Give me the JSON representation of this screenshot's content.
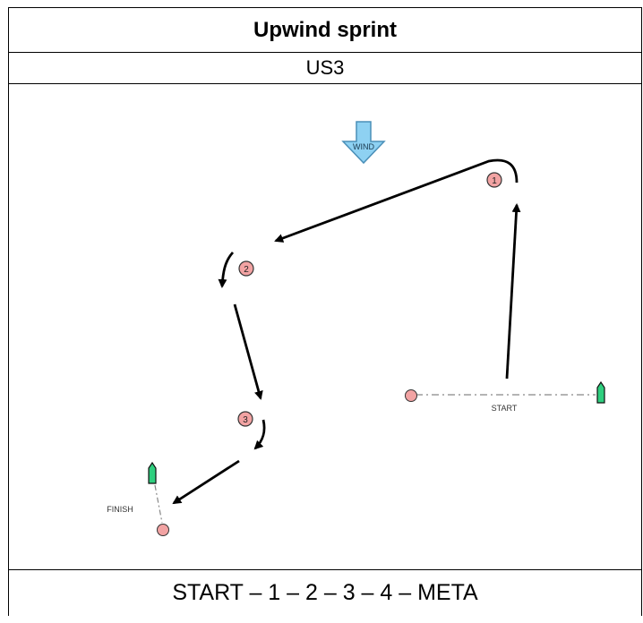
{
  "header": {
    "title": "Upwind sprint",
    "code": "US3"
  },
  "diagram": {
    "wind_label": "WIND",
    "start_label": "START",
    "finish_label": "FINISH",
    "marks": [
      {
        "number": "1"
      },
      {
        "number": "2"
      },
      {
        "number": "3"
      }
    ],
    "colors": {
      "wind_arrow": "#8ed1f2",
      "mark_fill": "#f2a3a3",
      "boat_fill": "#2fcf7f"
    }
  },
  "footer": {
    "course": "START – 1 – 2 – 3 – 4  – META"
  }
}
